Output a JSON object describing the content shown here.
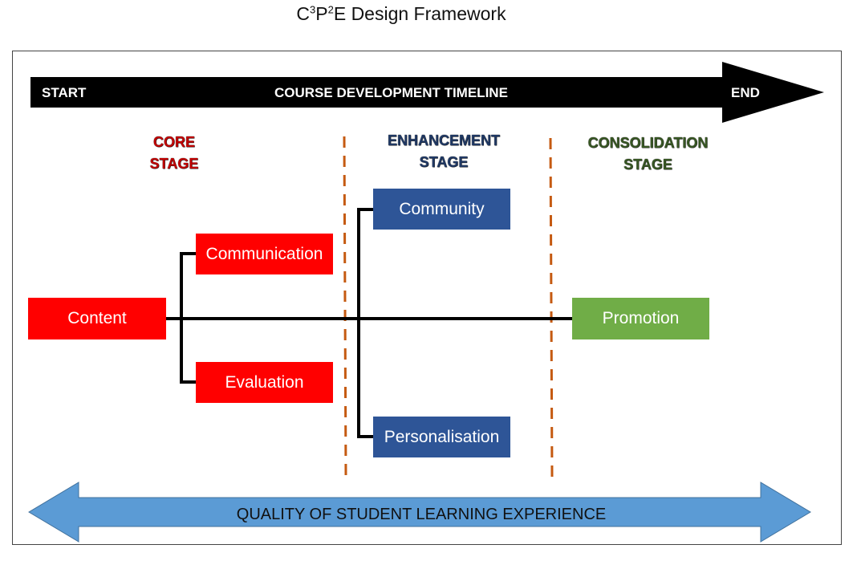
{
  "title": {
    "prefix": "C",
    "sup1": "3",
    "mid": "P",
    "sup2": "2",
    "suffix": "E Design Framework"
  },
  "timeline": {
    "start": "START",
    "label": "COURSE DEVELOPMENT TIMELINE",
    "end": "END"
  },
  "stages": {
    "core": {
      "line1": "CORE",
      "line2": "STAGE",
      "color": "#c00000"
    },
    "enhancement": {
      "line1": "ENHANCEMENT",
      "line2": "STAGE",
      "color": "#1f3864"
    },
    "consolidation": {
      "line1": "CONSOLIDATION",
      "line2": "STAGE",
      "color": "#375623"
    }
  },
  "boxes": {
    "content": "Content",
    "communication": "Communication",
    "evaluation": "Evaluation",
    "community": "Community",
    "personalisation": "Personalisation",
    "promotion": "Promotion"
  },
  "colors": {
    "core_box": "#ff0000",
    "enhancement_box": "#2e5597",
    "consolidation_box": "#70ad47",
    "divider": "#c55a11",
    "quality_arrow": "#5b9bd5"
  },
  "quality": "QUALITY OF STUDENT LEARNING EXPERIENCE"
}
